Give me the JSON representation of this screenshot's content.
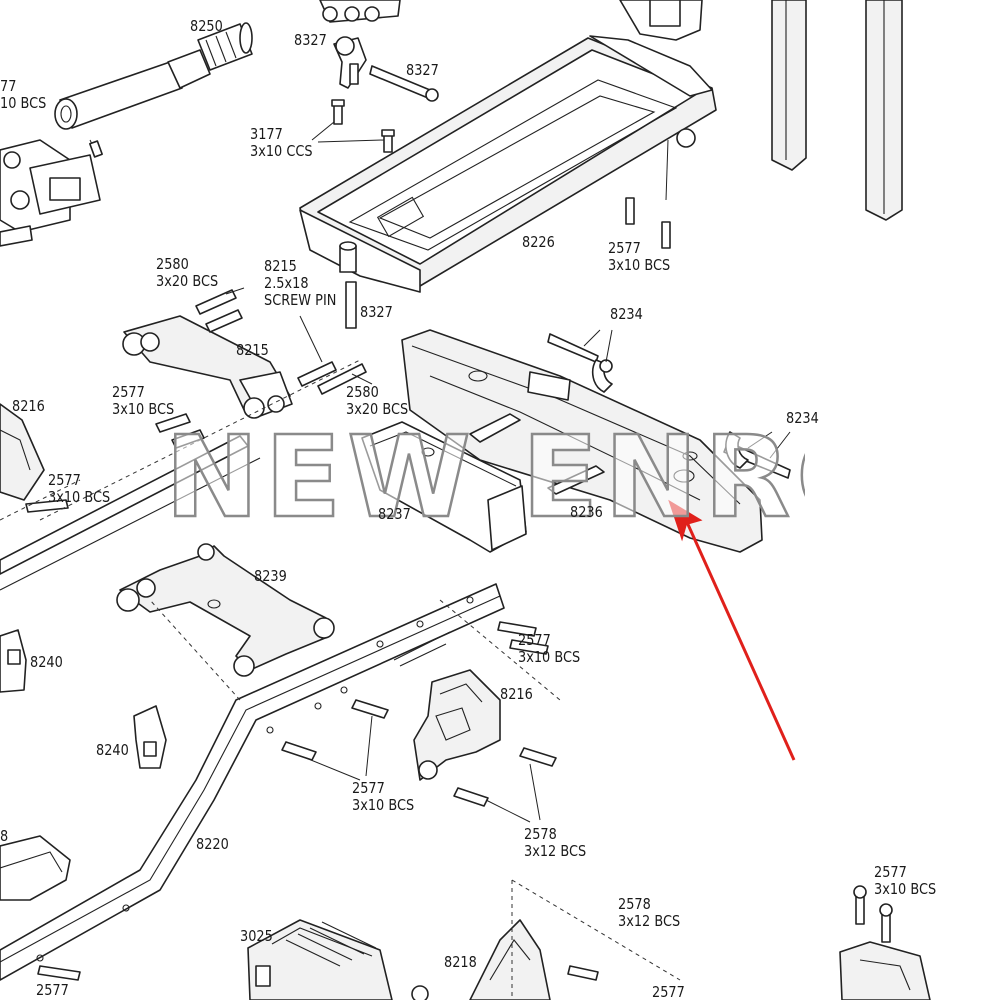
{
  "diagram": {
    "watermark_text": "NEW ENRON",
    "labels": {
      "l8250": {
        "lines": [
          "8250"
        ]
      },
      "l77top": {
        "lines": [
          "77",
          "10 BCS"
        ]
      },
      "l8327a": {
        "lines": [
          "8327"
        ]
      },
      "l8327b": {
        "lines": [
          "8327"
        ]
      },
      "l3177": {
        "lines": [
          "3177",
          "3x10 CCS"
        ]
      },
      "l8226": {
        "lines": [
          "8226"
        ]
      },
      "l2577a": {
        "lines": [
          "2577",
          "3x10 BCS"
        ]
      },
      "l2580a": {
        "lines": [
          "2580",
          "3x20 BCS"
        ]
      },
      "l8215pin": {
        "lines": [
          "8215",
          "2.5x18",
          "SCREW PIN"
        ]
      },
      "l8327c": {
        "lines": [
          "8327"
        ]
      },
      "l8234a": {
        "lines": [
          "8234"
        ]
      },
      "l8215": {
        "lines": [
          "8215"
        ]
      },
      "l2577b": {
        "lines": [
          "2577",
          "3x10 BCS"
        ]
      },
      "l2580b": {
        "lines": [
          "2580",
          "3x20 BCS"
        ]
      },
      "l8216a": {
        "lines": [
          "8216"
        ]
      },
      "l8234b": {
        "lines": [
          "8234"
        ]
      },
      "l2577c": {
        "lines": [
          "2577",
          "3x10 BCS"
        ]
      },
      "l8237": {
        "lines": [
          "8237"
        ]
      },
      "l8236": {
        "lines": [
          "8236"
        ]
      },
      "l8239": {
        "lines": [
          "8239"
        ]
      },
      "l2577d": {
        "lines": [
          "2577",
          "3x10 BCS"
        ]
      },
      "l8240a": {
        "lines": [
          "8240"
        ]
      },
      "l8216b": {
        "lines": [
          "8216"
        ]
      },
      "l8240b": {
        "lines": [
          "8240"
        ]
      },
      "l2577e": {
        "lines": [
          "2577",
          "3x10 BCS"
        ]
      },
      "l2578a": {
        "lines": [
          "2578",
          "3x12 BCS"
        ]
      },
      "l8220": {
        "lines": [
          "8220"
        ]
      },
      "l8partial": {
        "lines": [
          "8"
        ]
      },
      "l2577f": {
        "lines": [
          "2577",
          "3x10 BCS"
        ]
      },
      "l2578b": {
        "lines": [
          "2578",
          "3x12 BCS"
        ]
      },
      "l3025": {
        "lines": [
          "3025"
        ]
      },
      "l8218": {
        "lines": [
          "8218"
        ]
      },
      "l2577g": {
        "lines": [
          "2577"
        ]
      },
      "l2577h": {
        "lines": [
          "2577"
        ]
      }
    },
    "colors": {
      "line": "#222222",
      "arrow": "#e0201b",
      "watermark_stroke": "#8a8a8a"
    },
    "arrow": {
      "icon": "red-pointer-arrow"
    }
  }
}
